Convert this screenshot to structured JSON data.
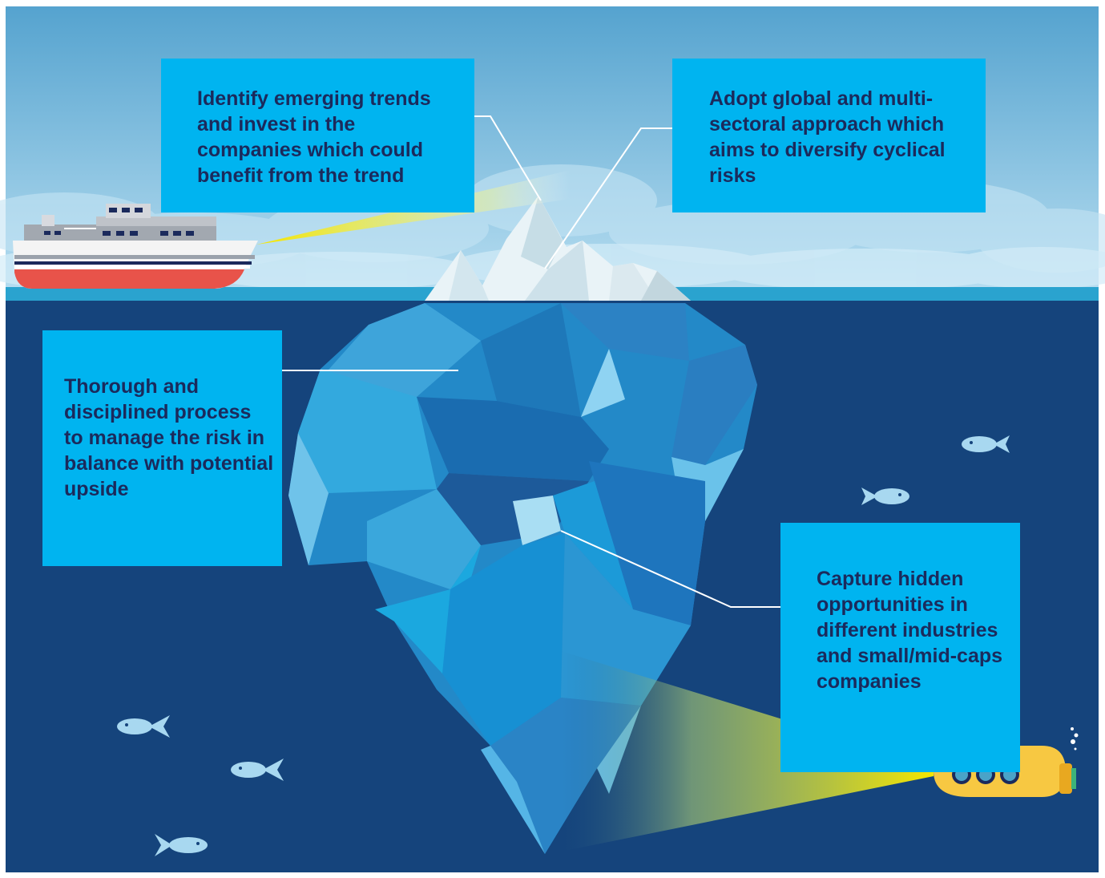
{
  "callouts": {
    "trends": "Identify emerging trends and invest in the companies which could benefit from the trend",
    "global": "Adopt global and multi-sectoral approach which aims to diversify cyclical risks",
    "process": "Thorough and disciplined process to manage the risk in balance with potential upside",
    "hidden": "Capture hidden opportunities in different industries and small/mid-caps companies"
  },
  "colors": {
    "sky_top": "#58a6d0",
    "sky_bottom": "#a8d6ee",
    "deep_sea": "#15447c",
    "callout_bg": "#00b4f0",
    "callout_text": "#1b2a5c",
    "light_beam": "#f5e600",
    "ship_hull": "#e8534a",
    "submarine": "#f7c842",
    "fish": "#a8d8f0"
  },
  "icons": [
    "ship-icon",
    "iceberg-icon",
    "submarine-icon",
    "fish-icon",
    "bubbles-icon"
  ]
}
